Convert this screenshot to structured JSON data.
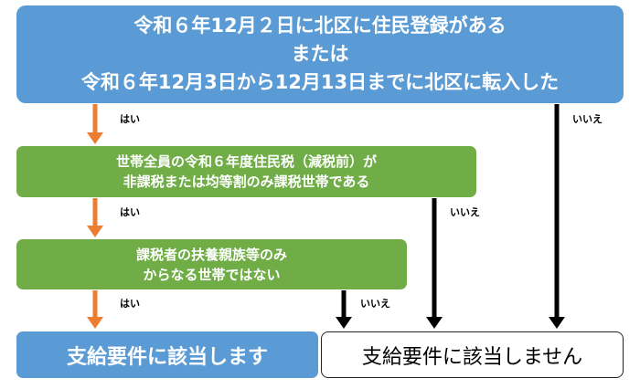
{
  "top_box": {
    "line1": "令和６年12月２日に北区に住民登録がある",
    "line2": "または",
    "line3": "令和６年12月3日から12月13日までに北区に転入した"
  },
  "condition1": {
    "line1": "世帯全員の令和６年度住民税（減税前）が",
    "line2": "非課税または均等割のみ課税世帯である"
  },
  "condition2": {
    "line1": "課税者の扶養親族等のみ",
    "line2": "からなる世帯ではない"
  },
  "result_eligible": "支給要件に該当します",
  "result_ineligible": "支給要件に該当しません",
  "labels": {
    "yes": "はい",
    "no": "いいえ"
  },
  "colors": {
    "blue": "#5b9bd5",
    "green": "#70ad47",
    "orange": "#ed7d31",
    "black": "#000000"
  }
}
